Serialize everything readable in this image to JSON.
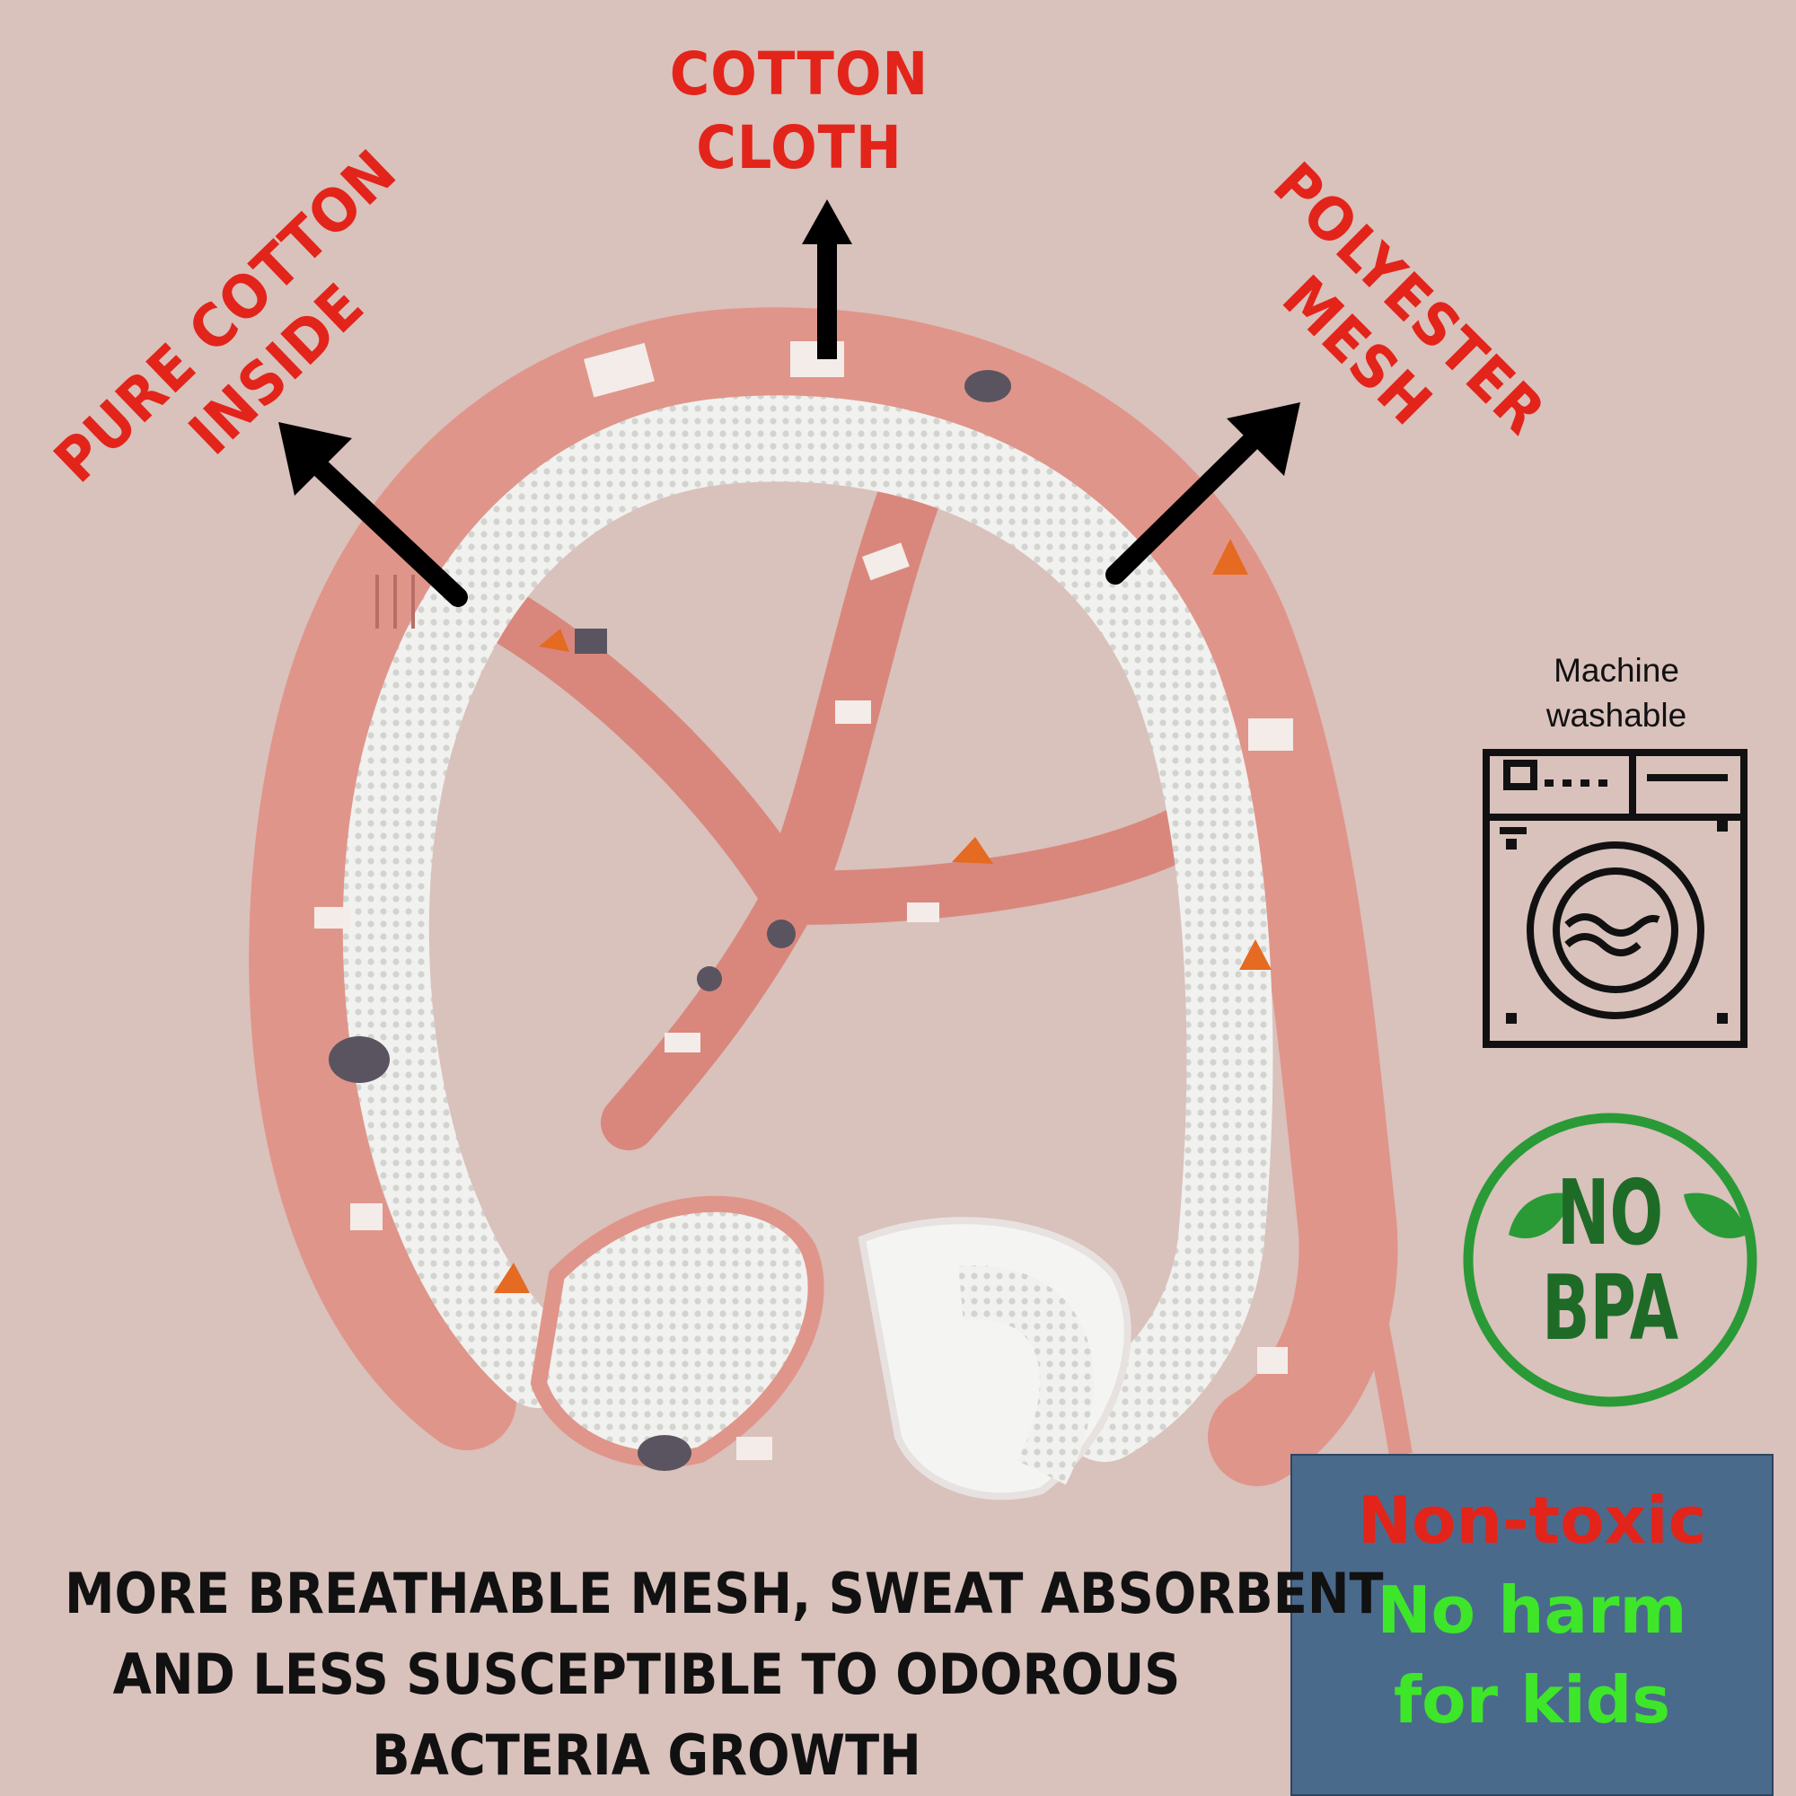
{
  "labels": {
    "cotton_cloth": [
      "COTTON",
      "CLOTH"
    ],
    "pure_cotton": [
      "PURE COTTON",
      "INSIDE"
    ],
    "polyester": [
      "POLYESTER",
      "MESH"
    ]
  },
  "wash": {
    "caption": [
      "Machine",
      "washable"
    ],
    "icon": "washing-machine-icon"
  },
  "bpa": {
    "text": [
      "NO",
      "BPA"
    ],
    "icon": "leaf-icon",
    "color": "#2a9a36"
  },
  "nontoxic": {
    "lines": [
      "Non-toxic",
      "No harm",
      "for kids"
    ],
    "colors": [
      "#e3241a",
      "#3ee62a"
    ],
    "box_color": "#4a6a8c"
  },
  "caption": {
    "lines": [
      "MORE BREATHABLE MESH, SWEAT ABSORBENT",
      "AND LESS SUSCEPTIBLE TO ODOROUS",
      "BACTERIA GROWTH"
    ]
  },
  "colors": {
    "background": "#d9c1bc",
    "label_red": "#e3241a",
    "fabric_pink": "#e0958a",
    "mesh_white": "#eeeeec"
  }
}
